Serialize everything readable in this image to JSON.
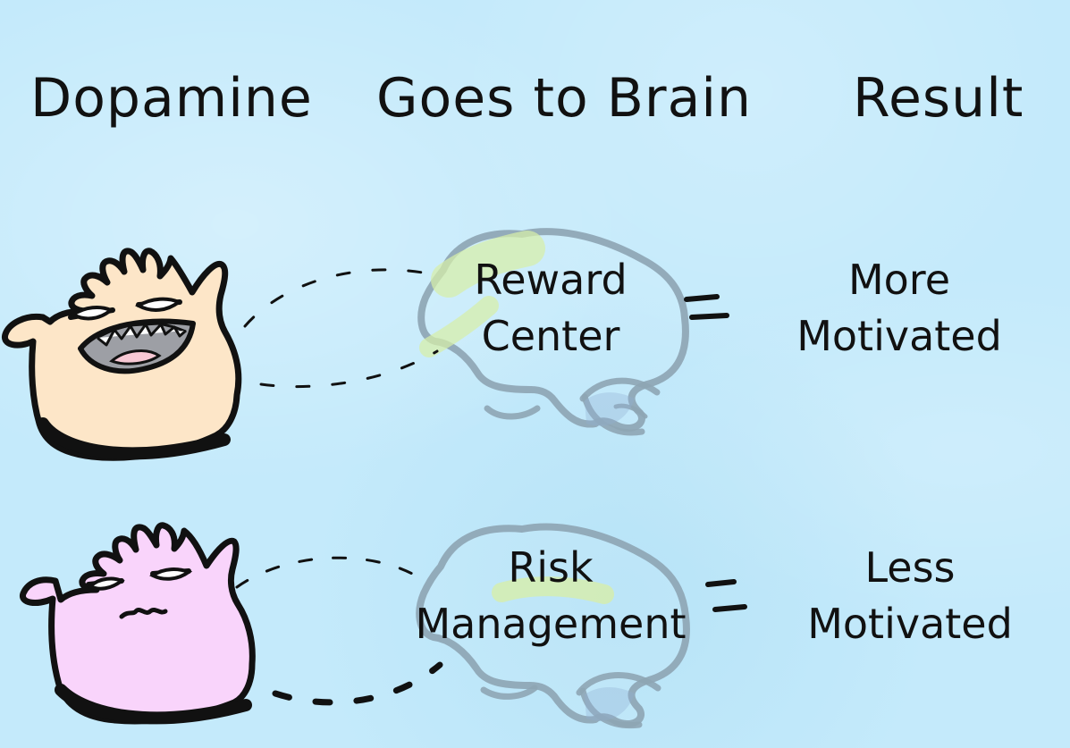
{
  "headers": {
    "dopamine": "Dopamine",
    "brain": "Goes to Brain",
    "result": "Result"
  },
  "rows": [
    {
      "brain_label_line1": "Reward",
      "brain_label_line2": "Center",
      "result_line1": "More",
      "result_line2": "Motivated"
    },
    {
      "brain_label_line1": "Risk",
      "brain_label_line2": "Management",
      "result_line1": "Less",
      "result_line2": "Motivated"
    }
  ],
  "colors": {
    "background": "#c4eafb",
    "cream_blob": "#fde6c8",
    "pink_blob": "#f9d4fb",
    "brain_outline": "#8ea5b4",
    "highlight": "#d7eea8"
  },
  "icons": {
    "dopamine_happy": "happy-dopamine-icon",
    "dopamine_sad": "sad-dopamine-icon",
    "brain": "brain-icon",
    "equals": "equals-icon"
  }
}
